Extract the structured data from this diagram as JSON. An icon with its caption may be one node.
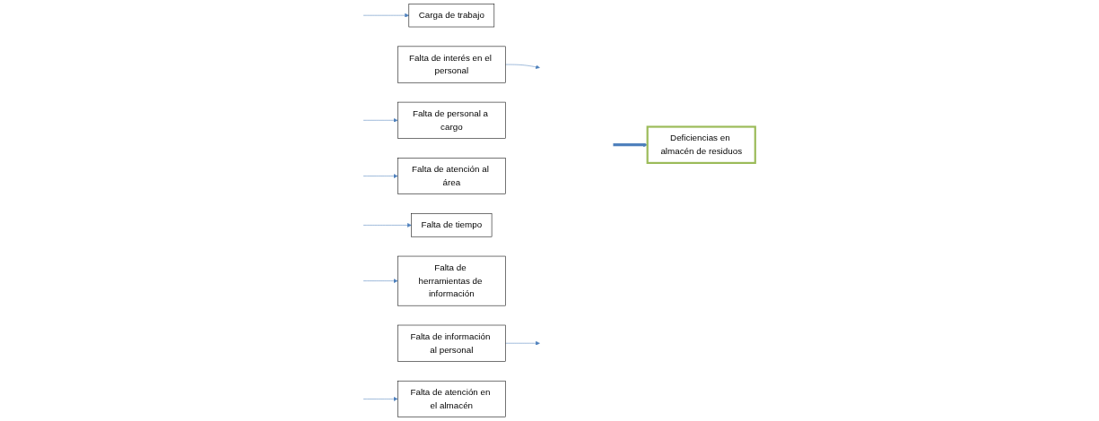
{
  "diagram": {
    "nodes": [
      {
        "text": [
          "Carga de trabajo"
        ]
      },
      {
        "text": [
          "Falta de tiempo"
        ]
      },
      {
        "text": [
          "Falta de personal a cargo"
        ]
      },
      {
        "text": [
          "Deficiencias en almacén de residuos"
        ]
      },
      {
        "text": [
          "Falta de atención al área"
        ]
      },
      {
        "text": [
          "Falta de información al personal"
        ]
      },
      {
        "text": [
          "Falta de herramientas de información"
        ]
      },
      {
        "text": [
          "Falta de interés en el personal"
        ]
      },
      {
        "text": [
          "Falta de atención en el almacén"
        ]
      }
    ],
    "edges": [
      {
        "from": null,
        "to": 3,
        "arrow": "to",
        "style": "thick"
      },
      {
        "from": null,
        "to": 1,
        "arrow": "to"
      },
      {
        "from": null,
        "to": 0,
        "arrow": "to"
      },
      {
        "from": null,
        "to": 2,
        "arrow": "to"
      },
      {
        "from": 7,
        "to": null,
        "arrow": "to"
      },
      {
        "from": null,
        "to": 4,
        "arrow": "to"
      },
      {
        "from": 5,
        "to": null,
        "arrow": "to"
      },
      {
        "from": null,
        "to": 6,
        "arrow": "to"
      },
      {
        "from": null,
        "to": 8,
        "arrow": "to"
      }
    ]
  }
}
